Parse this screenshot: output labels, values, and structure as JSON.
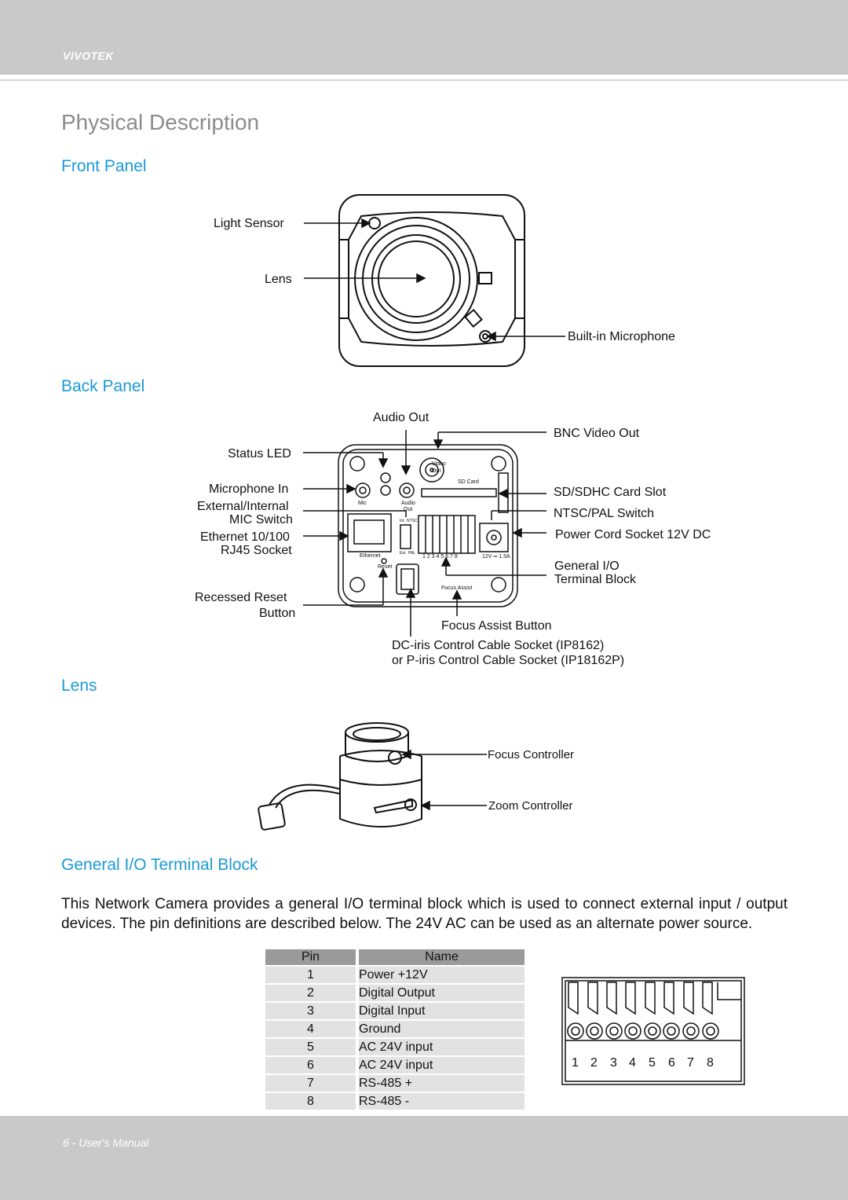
{
  "header": {
    "brand": "VIVOTEK"
  },
  "page_title": "Physical Description",
  "sections": {
    "front_panel": "Front Panel",
    "back_panel": "Back Panel",
    "lens": "Lens",
    "general_io": "General I/O Terminal Block"
  },
  "front_panel": {
    "labels": {
      "light_sensor": "Light Sensor",
      "lens": "Lens",
      "microphone": "Built-in Microphone"
    }
  },
  "back_panel": {
    "labels": {
      "audio_out": "Audio Out",
      "bnc_video_out": "BNC Video Out",
      "status_led": "Status LED",
      "microphone_in": "Microphone In",
      "mic_switch_1": "External/Internal",
      "mic_switch_2": "MIC Switch",
      "ethernet_1": "Ethernet 10/100",
      "ethernet_2": "RJ45 Socket",
      "reset_1": "Recessed Reset",
      "reset_2": "Button",
      "sd_slot": "SD/SDHC Card Slot",
      "ntsc_pal": "NTSC/PAL Switch",
      "power_socket": "Power Cord Socket 12V DC",
      "gio_1": "General I/O",
      "gio_2": "Terminal Block",
      "focus_assist": "Focus Assist Button",
      "dc_iris_1": "DC-iris Control Cable Socket (IP8162)",
      "dc_iris_2": "or P-iris Control Cable Socket (IP18162P)"
    },
    "panel_text": {
      "video": "Video",
      "out": "Out",
      "sd_card": "SD Card",
      "mic": "Mic",
      "audio": "Audio",
      "audio_out": "Out",
      "ethernet": "Ethernet",
      "reset": "Reset",
      "int": "Int.",
      "ext": "Ext.",
      "ntsc": "NTSC",
      "pal": "PAL",
      "pins": "1  2  3  4  5  6  7  8",
      "voltage": "12V ═ 1.5A",
      "focus_assist": "Focus Assist"
    }
  },
  "lens": {
    "labels": {
      "focus": "Focus Controller",
      "zoom": "Zoom Controller"
    }
  },
  "paragraph": "This Network Camera provides a general I/O terminal block which is used to connect external input / output devices. The pin definitions are described below. The 24V AC can be used as an alternate power source.",
  "pin_table": {
    "headers": {
      "pin": "Pin",
      "name": "Name"
    },
    "rows": [
      {
        "pin": "1",
        "name": "Power +12V"
      },
      {
        "pin": "2",
        "name": "Digital Output"
      },
      {
        "pin": "3",
        "name": "Digital Input"
      },
      {
        "pin": "4",
        "name": "Ground"
      },
      {
        "pin": "5",
        "name": "AC 24V input"
      },
      {
        "pin": "6",
        "name": "AC 24V input"
      },
      {
        "pin": "7",
        "name": "RS-485 +"
      },
      {
        "pin": "8",
        "name": "RS-485 -"
      }
    ]
  },
  "terminal_numbers": [
    "1",
    "2",
    "3",
    "4",
    "5",
    "6",
    "7",
    "8"
  ],
  "footer": {
    "text": "6 - User's Manual"
  }
}
